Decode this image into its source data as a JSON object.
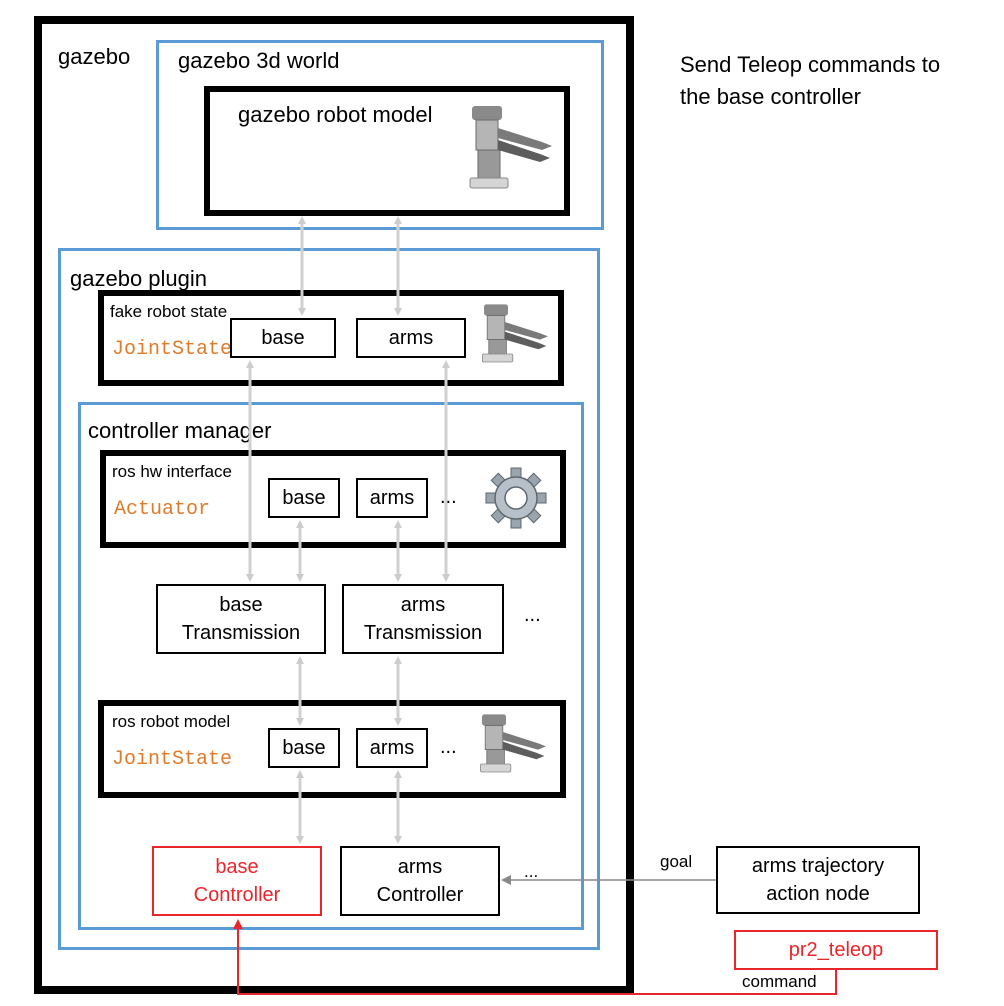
{
  "labels": {
    "gazebo": "gazebo",
    "world": "gazebo 3d world",
    "robot_model": "gazebo robot model",
    "plugin": "gazebo plugin",
    "fake_state": "fake robot state",
    "fake_jointstate": "JointState",
    "controller_manager": "controller manager",
    "hw_interface": "ros hw interface",
    "actuator": "Actuator",
    "ros_robot_model": "ros robot model",
    "ros_jointstate": "JointState",
    "base": "base",
    "arms": "arms",
    "ellipsis": "...",
    "base_transmission_1": "base",
    "base_transmission_2": "Transmission",
    "arms_transmission_1": "arms",
    "arms_transmission_2": "Transmission",
    "base_controller_1": "base",
    "base_controller_2": "Controller",
    "arms_controller_1": "arms",
    "arms_controller_2": "Controller",
    "traj_1": "arms trajectory",
    "traj_2": "action node",
    "teleop": "pr2_teleop",
    "goal": "goal",
    "command": "command",
    "caption_1": "Send Teleop commands to",
    "caption_2": "the base controller"
  },
  "colors": {
    "blue_border": "#5b9bd5",
    "red": "#e8262b",
    "orange_code": "#e07b2a",
    "arrow_gray": "#cccccc"
  },
  "icons": [
    "robot-icon",
    "gear-icon"
  ]
}
